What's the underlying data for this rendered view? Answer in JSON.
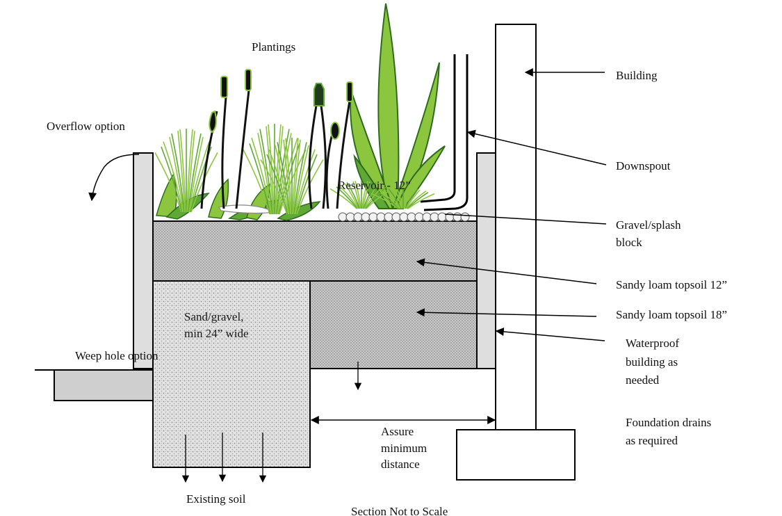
{
  "labels": {
    "plantings": "Plantings",
    "overflow": "Overflow option",
    "reservoir": "Reservoir - 12”",
    "sand_gravel_1": "Sand/gravel,",
    "sand_gravel_2": "min 24” wide",
    "weep_hole": "Weep hole option",
    "existing_soil": "Existing soil",
    "section": "Section Not to Scale",
    "building": "Building",
    "downspout": "Downspout",
    "gravel_1": "Gravel/splash",
    "gravel_2": "block",
    "topsoil_12": "Sandy loam topsoil 12”",
    "topsoil_18": "Sandy loam  topsoil 18”",
    "waterproof_1": "Waterproof",
    "waterproof_2": "building as",
    "waterproof_3": "needed",
    "foundation_1": "Foundation drains",
    "foundation_2": "as required",
    "assure_1": "Assure",
    "assure_2": "minimum",
    "assure_3": "distance"
  },
  "colors": {
    "topsoil": "#bdbdbd",
    "sand_gravel": "#d9d9d9",
    "wall": "#dcdcdc",
    "plant_light": "#8cc63f",
    "plant_mid": "#5fa836",
    "plant_dark": "#2e6b1f",
    "pebble": "#f2f2f2"
  }
}
